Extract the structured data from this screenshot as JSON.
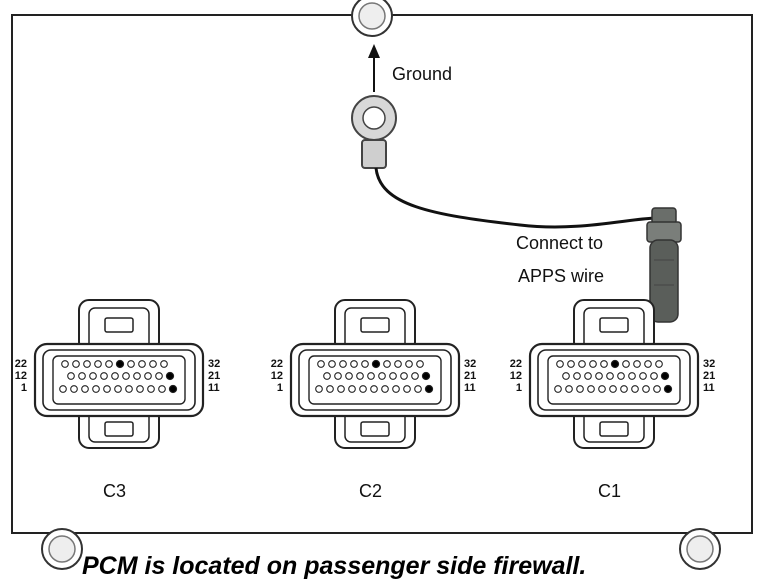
{
  "labels": {
    "ground": "Ground",
    "connect_line1": "Connect to",
    "connect_line2": "APPS wire",
    "footer": "PCM is located on passenger side firewall."
  },
  "connectors": [
    {
      "name": "C3",
      "left_pins": [
        "22",
        "12",
        "1"
      ],
      "right_pins": [
        "32",
        "21",
        "11"
      ]
    },
    {
      "name": "C2",
      "left_pins": [
        "22",
        "12",
        "1"
      ],
      "right_pins": [
        "32",
        "21",
        "11"
      ]
    },
    {
      "name": "C1",
      "left_pins": [
        "22",
        "12",
        "1"
      ],
      "right_pins": [
        "32",
        "21",
        "11"
      ]
    }
  ],
  "colors": {
    "line": "#222222",
    "panel_bg": "#ffffff",
    "connector_body": "#5a5e5a"
  }
}
